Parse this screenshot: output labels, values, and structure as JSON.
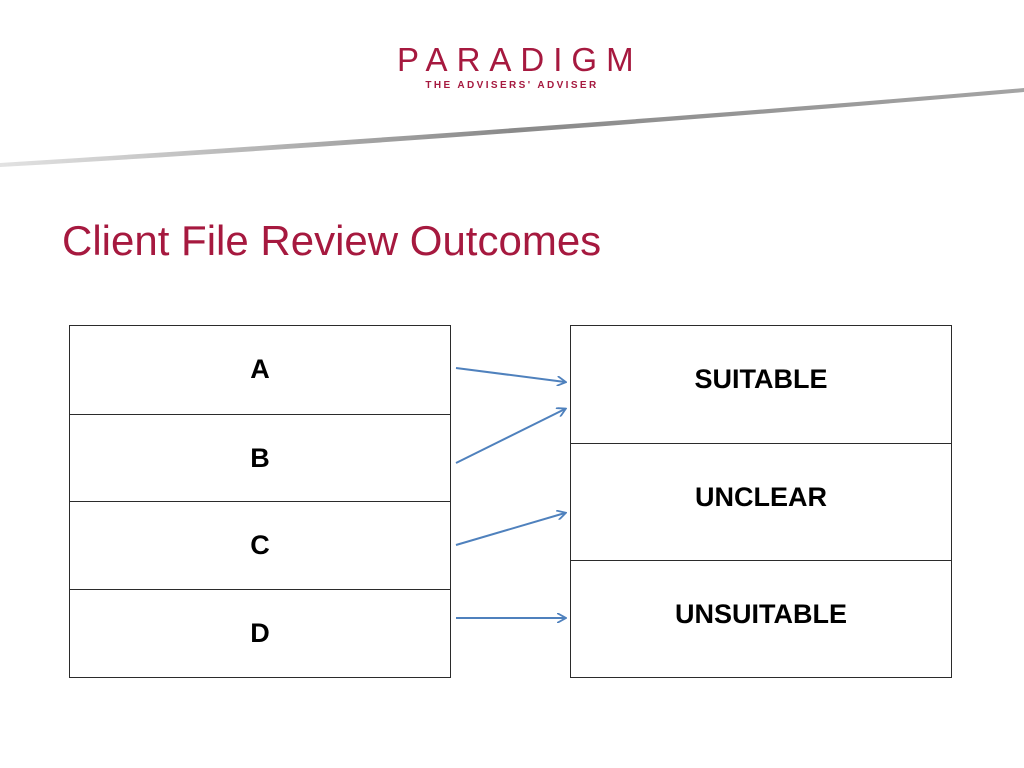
{
  "logo": {
    "word": "PARADIGM",
    "tagline": "THE ADVISERS' ADVISER"
  },
  "title": "Client File Review Outcomes",
  "colors": {
    "brand": "#a6193f",
    "arrow": "#4f81bd",
    "border": "#2b2b2b"
  },
  "grades": [
    "A",
    "B",
    "C",
    "D"
  ],
  "outcomes": [
    "SUITABLE",
    "UNCLEAR",
    "UNSUITABLE"
  ],
  "links": [
    {
      "from": "A",
      "to": "SUITABLE"
    },
    {
      "from": "B",
      "to": "SUITABLE"
    },
    {
      "from": "C",
      "to": "UNCLEAR"
    },
    {
      "from": "D",
      "to": "UNSUITABLE"
    }
  ]
}
